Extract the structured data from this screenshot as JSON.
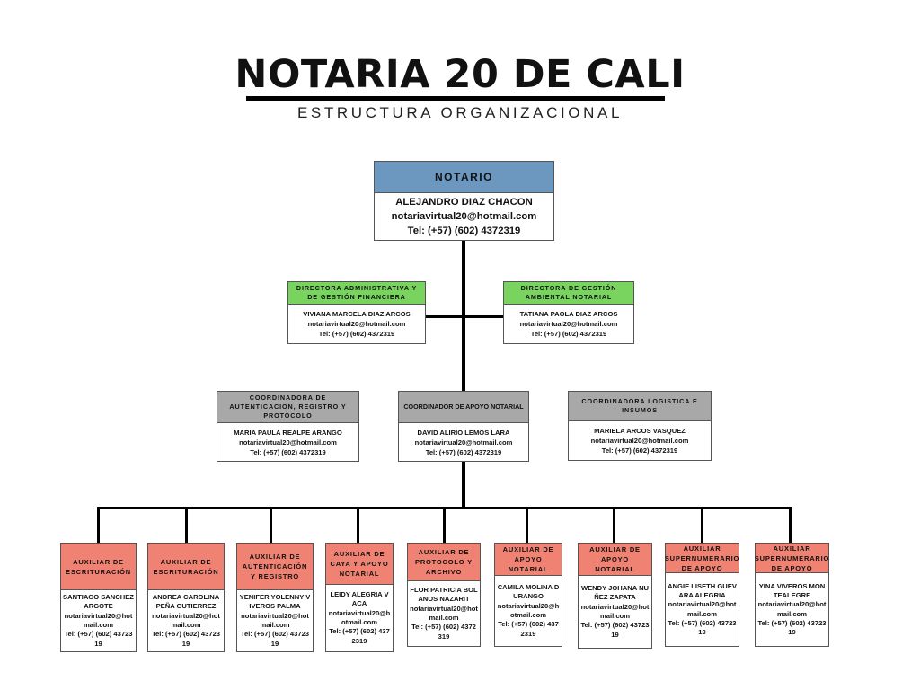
{
  "header": {
    "title": "NOTARIA 20 DE CALI",
    "subtitle": "ESTRUCTURA ORGANIZACIONAL"
  },
  "notario": {
    "role": "NOTARIO",
    "name": "ALEJANDRO DIAZ CHACON",
    "email": "notariavirtual20@hotmail.com",
    "tel": "Tel: (+57) (602) 4372319"
  },
  "directors": [
    {
      "role": "DIRECTORA ADMINISTRATIVA Y DE GESTIÓN FINANCIERA",
      "name": "VIVIANA MARCELA DIAZ ARCOS",
      "email": "notariavirtual20@hotmail.com",
      "tel": "Tel: (+57) (602) 4372319",
      "color": "#78d45f"
    },
    {
      "role": "DIRECTORA DE GESTIÓN AMBIENTAL NOTARIAL",
      "name": "TATIANA PAOLA DIAZ ARCOS",
      "email": "notariavirtual20@hotmail.com",
      "tel": "Tel: (+57) (602) 4372319",
      "color": "#78d45f"
    }
  ],
  "coordinators": [
    {
      "role": "COORDINADORA DE AUTENTICACION, REGISTRO Y PROTOCOLO",
      "name": "MARIA PAULA REALPE ARANGO",
      "email": "notariavirtual20@hotmail.com",
      "tel": "Tel: (+57) (602) 4372319"
    },
    {
      "role": "COORDINADOR DE APOYO NOTARIAL",
      "name": "DAVID ALIRIO LEMOS LARA",
      "email": "notariavirtual20@hotmail.com",
      "tel": "Tel: (+57) (602) 4372319"
    },
    {
      "role": "COORDINADORA LOGISTICA E INSUMOS",
      "name": "MARIELA ARCOS VASQUEZ",
      "email": "notariavirtual20@hotmail.com",
      "tel": "Tel: (+57) (602) 4372319"
    }
  ],
  "auxiliaries": [
    {
      "role": "AUXILIAR DE ESCRITURACIÓN",
      "name": "SANTIAGO SANCHEZ ARGOTE",
      "email": "notariavirtual20@hotmail.com",
      "tel": "Tel: (+57) (602) 4372319"
    },
    {
      "role": "AUXILIAR DE ESCRITURACIÓN",
      "name": "ANDREA CAROLINA PEÑA GUTIERREZ",
      "email": "notariavirtual20@hotmail.com",
      "tel": "Tel: (+57) (602) 4372319"
    },
    {
      "role": "AUXILIAR DE AUTENTICACIÓN Y REGISTRO",
      "name": "YENIFER YOLENNY VIVEROS PALMA",
      "email": "notariavirtual20@hotmail.com",
      "tel": "Tel: (+57) (602) 4372319"
    },
    {
      "role": "AUXILIAR DE CAYA Y APOYO NOTARIAL",
      "name": "LEIDY ALEGRIA VACA",
      "email": "notariavirtual20@hotmail.com",
      "tel": "Tel: (+57) (602) 4372319"
    },
    {
      "role": "AUXILIAR DE PROTOCOLO Y ARCHIVO",
      "name": "FLOR PATRICIA BOLANOS NAZARIT",
      "email": "notariavirtual20@hotmail.com",
      "tel": "Tel: (+57) (602) 4372319"
    },
    {
      "role": "AUXILIAR DE APOYO NOTARIAL",
      "name": "CAMILA MOLINA DURANGO",
      "email": "notariavirtual20@hotmail.com",
      "tel": "Tel: (+57) (602) 4372319"
    },
    {
      "role": "AUXILIAR DE APOYO NOTARIAL",
      "name": "WENDY JOHANA NUÑEZ ZAPATA",
      "email": "notariavirtual20@hotmail.com",
      "tel": "Tel: (+57) (602) 4372319"
    },
    {
      "role": "AUXILIAR SUPERNUMERARIO DE APOYO",
      "name": "ANGIE LISETH GUEVARA ALEGRIA",
      "email": "notariavirtual20@hotmail.com",
      "tel": "Tel: (+57) (602) 4372319"
    },
    {
      "role": "AUXILIAR SUPERNUMERARIO DE APOYO",
      "name": "YINA VIVEROS MONTEALEGRE",
      "email": "notariavirtual20@hotmail.com",
      "tel": "Tel: (+57) (602) 4372319"
    }
  ]
}
